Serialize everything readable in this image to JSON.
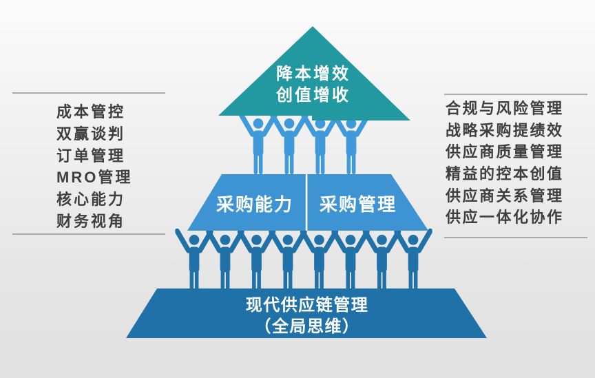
{
  "pyramid": {
    "top": {
      "line1": "降本增效",
      "line2": "创值增收"
    },
    "middle": {
      "left_label": "采购能力",
      "right_label": "采购管理"
    },
    "base": {
      "line1": "现代供应链管理",
      "line2": "（全局思维）"
    }
  },
  "left_panel": {
    "items": [
      "成本管控",
      "双赢谈判",
      "订单管理",
      "MRO管理",
      "核心能力",
      "财务视角"
    ]
  },
  "right_panel": {
    "items": [
      "合规与风险管理",
      "战略采购提绩效",
      "供应商质量管理",
      "精益的控本创值",
      "供应商关系管理",
      "供应一体化协作"
    ]
  },
  "colors": {
    "triangle_teal": "#2299a1",
    "middle_trapezoid_blue": "#3e93d2",
    "figure_light_blue": "#4099d8",
    "figure_dark_blue": "#2171a9",
    "base_trapezoid_blue": "#2171a9",
    "rule_gray": "#a9a9a9",
    "side_text_gray": "#3f3f3f"
  }
}
